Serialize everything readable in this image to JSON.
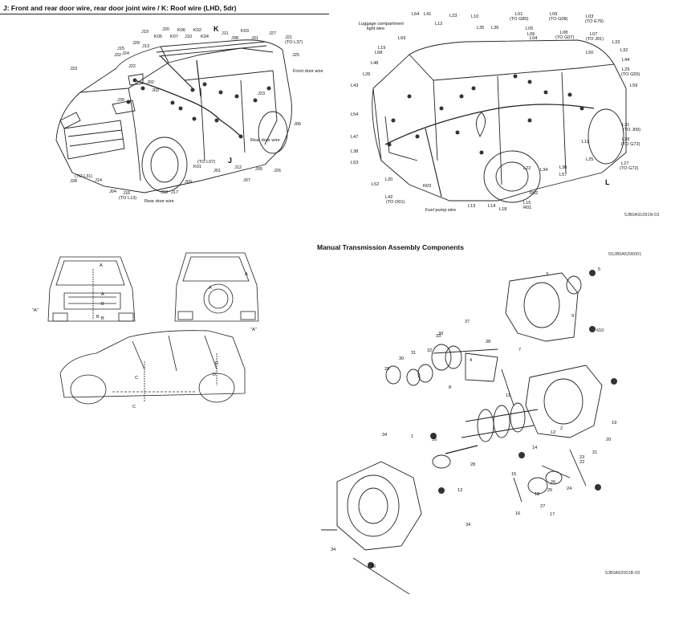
{
  "wiring_panel": {
    "title": "J: Front and rear door wire, rear door joint wire / K: Roof wire (LHD, 5dr)",
    "front_labels": [
      {
        "t": "J19"
      },
      {
        "t": "J20"
      },
      {
        "t": "K06"
      },
      {
        "t": "K02"
      },
      {
        "t": "J11"
      },
      {
        "t": "K03"
      },
      {
        "t": "J27"
      },
      {
        "t": "J21"
      },
      {
        "t": "(TO L37)"
      },
      {
        "t": "K05"
      },
      {
        "t": "K07"
      },
      {
        "t": "J10"
      },
      {
        "t": "K04"
      },
      {
        "t": "J08"
      },
      {
        "t": "J31"
      },
      {
        "t": "J29"
      },
      {
        "t": "J13"
      },
      {
        "t": "J15"
      },
      {
        "t": "J32"
      },
      {
        "t": "J24"
      },
      {
        "t": "J25"
      },
      {
        "t": "Front door wire"
      },
      {
        "t": "J33"
      },
      {
        "t": "J22"
      },
      {
        "t": "J23"
      },
      {
        "t": "J06"
      },
      {
        "t": "Rear door wire"
      },
      {
        "t": "J26"
      },
      {
        "t": "J05"
      },
      {
        "t": "J07"
      },
      {
        "t": "J12"
      },
      {
        "t": "J01"
      },
      {
        "t": "(TO L07)"
      },
      {
        "t": "K01"
      },
      {
        "t": "J09"
      },
      {
        "t": "(TO L31)"
      },
      {
        "t": "J28"
      },
      {
        "t": "J14"
      },
      {
        "t": "J04"
      },
      {
        "t": "J16"
      },
      {
        "t": "(TO L13)"
      },
      {
        "t": "J18"
      },
      {
        "t": "J17"
      },
      {
        "t": "Rear door wire"
      },
      {
        "t": "J02"
      },
      {
        "t": "J03"
      },
      {
        "t": "J30"
      }
    ],
    "big_k": "K",
    "big_j": "J"
  },
  "luggage_panel": {
    "labels": [
      {
        "t": "Luggage compartment"
      },
      {
        "t": "light wire"
      },
      {
        "t": "L64"
      },
      {
        "t": "L41"
      },
      {
        "t": "L23"
      },
      {
        "t": "L12"
      },
      {
        "t": "L10"
      },
      {
        "t": "L01"
      },
      {
        "t": "(TO G80)"
      },
      {
        "t": "L09"
      },
      {
        "t": "(TO G08)"
      },
      {
        "t": "L03"
      },
      {
        "t": "(TO E79)"
      },
      {
        "t": "L07"
      },
      {
        "t": "(TO J01)"
      },
      {
        "t": "L08"
      },
      {
        "t": "(TO G07)"
      },
      {
        "t": "L19"
      },
      {
        "t": "L68"
      },
      {
        "t": "L69"
      },
      {
        "t": "L35"
      },
      {
        "t": "L36"
      },
      {
        "t": "L05"
      },
      {
        "t": "L06"
      },
      {
        "t": "L04"
      },
      {
        "t": "L33"
      },
      {
        "t": "L32"
      },
      {
        "t": "L50"
      },
      {
        "t": "L44"
      },
      {
        "t": "L48"
      },
      {
        "t": "L29"
      },
      {
        "t": "(TO G55)"
      },
      {
        "t": "L59"
      },
      {
        "t": "L26"
      },
      {
        "t": "L43"
      },
      {
        "t": "L54"
      },
      {
        "t": "L47"
      },
      {
        "t": "L31"
      },
      {
        "t": "(TO J09)"
      },
      {
        "t": "L28"
      },
      {
        "t": "(TO G72)"
      },
      {
        "t": "L11"
      },
      {
        "t": "L38"
      },
      {
        "t": "L53"
      },
      {
        "t": "L25"
      },
      {
        "t": "L27"
      },
      {
        "t": "(TO G72)"
      },
      {
        "t": "L30"
      },
      {
        "t": "L57"
      },
      {
        "t": "L22"
      },
      {
        "t": "L34"
      },
      {
        "t": "L20"
      },
      {
        "t": "L52"
      },
      {
        "t": "R03"
      },
      {
        "t": "R02"
      },
      {
        "t": "L42"
      },
      {
        "t": "(TO O01)"
      },
      {
        "t": "L13"
      },
      {
        "t": "L14"
      },
      {
        "t": "L18"
      },
      {
        "t": "L15"
      },
      {
        "t": "R01"
      },
      {
        "t": "Fuel pump wire"
      }
    ],
    "big_l": "L",
    "code": "5JB0A91091N-03"
  },
  "body_panel": {
    "labels": [
      {
        "t": "A"
      },
      {
        "t": "A"
      },
      {
        "t": "\"A\""
      },
      {
        "t": "B"
      },
      {
        "t": "B"
      },
      {
        "t": "B"
      },
      {
        "t": "\"A\""
      },
      {
        "t": "C"
      },
      {
        "t": "C"
      },
      {
        "t": "D"
      },
      {
        "t": "D"
      },
      {
        "t": "A"
      },
      {
        "t": "A"
      }
    ]
  },
  "transmission_panel": {
    "title": "Manual Transmission Assembly Components",
    "code_top": "5SJB0A5206001",
    "code_bottom": "5JB0A52001B-03",
    "parts": [
      {
        "t": "1"
      },
      {
        "t": "2"
      },
      {
        "t": "3"
      },
      {
        "t": "4"
      },
      {
        "t": "5"
      },
      {
        "t": "6"
      },
      {
        "t": "7"
      },
      {
        "t": "8"
      },
      {
        "t": "9"
      },
      {
        "t": "10"
      },
      {
        "t": "11"
      },
      {
        "t": "12"
      },
      {
        "t": "13"
      },
      {
        "t": "14"
      },
      {
        "t": "15"
      },
      {
        "t": "16"
      },
      {
        "t": "17"
      },
      {
        "t": "18"
      },
      {
        "t": "19"
      },
      {
        "t": "20"
      },
      {
        "t": "21"
      },
      {
        "t": "22"
      },
      {
        "t": "23"
      },
      {
        "t": "24"
      },
      {
        "t": "25"
      },
      {
        "t": "26"
      },
      {
        "t": "27"
      },
      {
        "t": "28"
      },
      {
        "t": "29"
      },
      {
        "t": "30"
      },
      {
        "t": "31"
      },
      {
        "t": "32"
      },
      {
        "t": "33"
      },
      {
        "t": "34"
      },
      {
        "t": "34"
      },
      {
        "t": "34"
      },
      {
        "t": "35"
      },
      {
        "t": "36"
      },
      {
        "t": "37"
      },
      {
        "t": "38"
      },
      {
        "t": "39"
      }
    ]
  }
}
